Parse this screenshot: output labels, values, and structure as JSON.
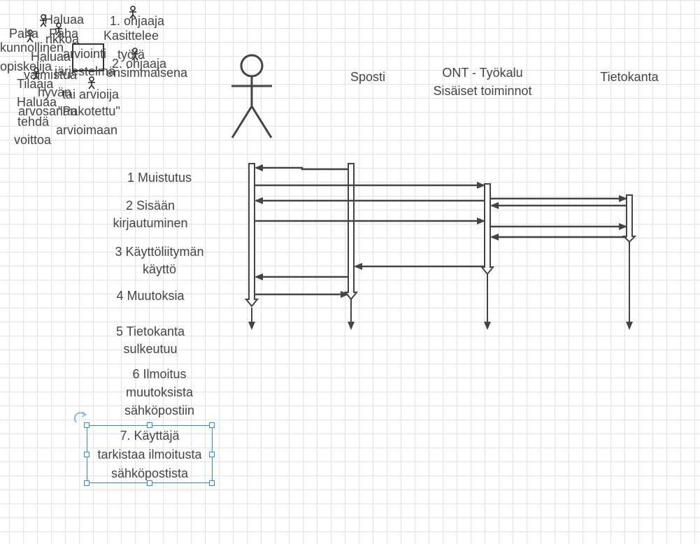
{
  "participants": {
    "sposti": "Sposti",
    "ont": "ONT - Työkalu\nSisäiset toiminnot",
    "tietokanta": "Tietokanta"
  },
  "steps": {
    "s1": "1 Muistutus",
    "s2": "2 Sisään\nkirjautuminen",
    "s3": "3 Käyttöliitymän\nkäyttö",
    "s4": "4 Muutoksia",
    "s5": "5 Tietokanta\nsulkeutuu",
    "s6": "6 Ilmoitus\nmuutoksista\nsähköpostiin",
    "s7": "7. Käyttäjä\ntarkistaa ilmoitusta\nsähköpostista"
  },
  "overlap": {
    "haluaa1": "Haluaa",
    "paha1": "Paha",
    "paha2": "Paha",
    "rikkoa": "rikkoa",
    "ohjaaja1": "1. ohjaaja",
    "kasittelee": "Kasittelee",
    "tyota": "työtä",
    "kunnollinen": "kunnollinen",
    "haluaa2": "Haluaa",
    "arviointi": "arviointi",
    "opiskelija": "opiskelija",
    "jarjestelma": "järjestelmä",
    "ohjaaja2": "2. ohjaaja",
    "valmistua": "valmistua",
    "tilaaja": "Tilaaja",
    "ensimmaisena": "ensimmaisena",
    "hyvan": "hyvän",
    "tai_arvioija": "tai arvioija",
    "haluaa3": "Haluaa",
    "arvosanan": "arvosanan",
    "pakotettu": "\"Pakotettu\"",
    "tehda": "tehdä",
    "arvioimaan": "arvioimaan",
    "voittoa": "voittoa"
  },
  "icons": [
    "actor-icon",
    "arrowhead-icon",
    "rotate-icon"
  ],
  "colors": {
    "line": "#444444",
    "grid": "#e2e2e2",
    "selection": "#2a8ad4"
  }
}
